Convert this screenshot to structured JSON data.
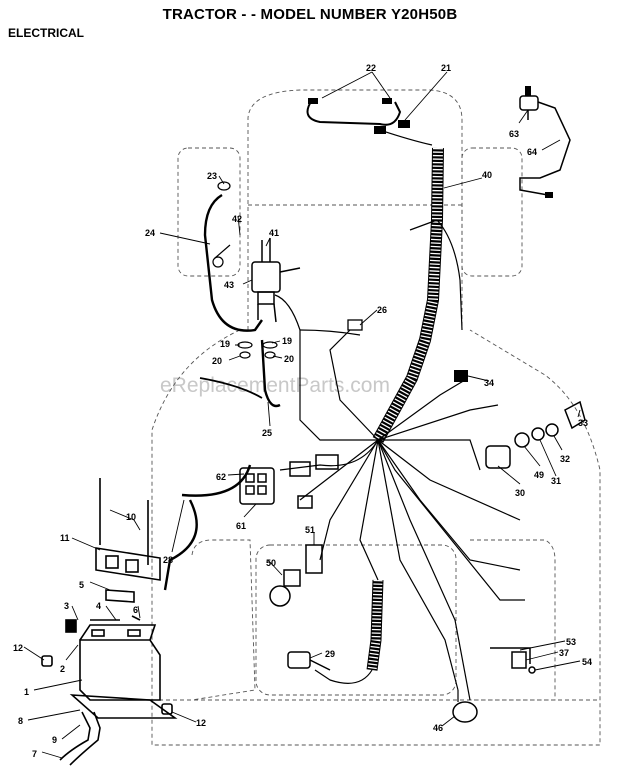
{
  "header": {
    "title": "TRACTOR - - MODEL NUMBER Y20H50B",
    "section": "ELECTRICAL"
  },
  "watermark": "eReplacementParts.com",
  "callouts": [
    "1",
    "2",
    "3",
    "4",
    "5",
    "6",
    "7",
    "8",
    "9",
    "10",
    "11",
    "12",
    "12",
    "19",
    "19",
    "20",
    "20",
    "21",
    "22",
    "23",
    "24",
    "25",
    "26",
    "28",
    "29",
    "30",
    "31",
    "32",
    "33",
    "34",
    "37",
    "40",
    "41",
    "42",
    "43",
    "46",
    "49",
    "50",
    "51",
    "53",
    "54",
    "61",
    "62",
    "63",
    "64"
  ]
}
